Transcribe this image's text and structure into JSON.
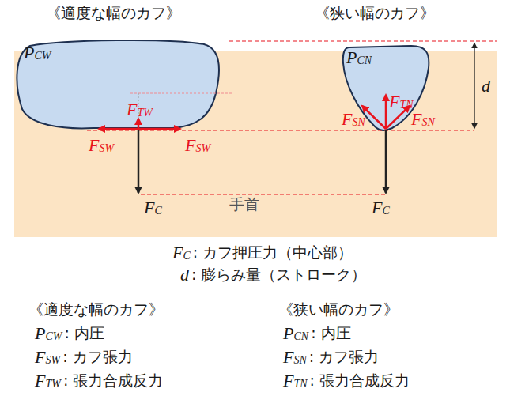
{
  "diagram": {
    "nodes": [
      {
        "text": [
          "手首"
        ]
      },
      {
        "text": [
          "P",
          "CW"
        ]
      },
      {
        "text": [
          "P",
          "CN"
        ]
      }
    ],
    "labels": [
      "《適度な幅のカフ》",
      "《狭い幅のカフ》",
      "F",
      "TW",
      "F",
      "SW",
      "F",
      "SW",
      "F",
      "TN",
      "F",
      "SN",
      "F",
      "SN",
      "F",
      "C",
      "F",
      "C",
      "d",
      "F",
      "C",
      ": カフ押圧力（中心部）",
      "d",
      ": 膨らみ量（ストローク）",
      "《適度な幅のカフ》",
      "《狭い幅のカフ》",
      "P",
      "CW",
      ": 内圧",
      "F",
      "SW",
      ": カフ張力",
      "F",
      "TW",
      ": 張力合成反力",
      "P",
      "CN",
      ": 内圧",
      "F",
      "SN",
      ": カフ張力",
      "F",
      "TN",
      ": 張力合成反力"
    ]
  }
}
